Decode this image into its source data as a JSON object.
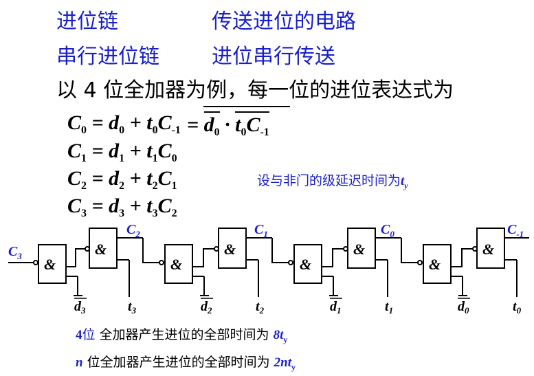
{
  "headings": {
    "row1_term": "进位链",
    "row1_def": "传送进位的电路",
    "row2_term": "串行进位链",
    "row2_def": "进位串行传送"
  },
  "intro": "以 4 位全加器为例，每一位的进位表达式为",
  "equations": {
    "c0_lhs": "C",
    "c0_lhs_sub": "0",
    "c0_rhs": "= d",
    "c0_d_sub": "0",
    "c0_plus": "+ t",
    "c0_t_sub": "0",
    "c0_c": "C",
    "c0_c_sub": "-1",
    "c0_eq2": "=",
    "c0_nand_d": "d",
    "c0_nand_d_sub": "0",
    "c0_dot": "·",
    "c0_nand_t": "t",
    "c0_nand_t_sub": "0",
    "c0_nand_c": "C",
    "c0_nand_c_sub": "-1",
    "c1": "C",
    "c1_sub": "1",
    "c1_d": "= d",
    "c1_d_sub": "1",
    "c1_t": "+ t",
    "c1_t_sub": "1",
    "c1_c": "C",
    "c1_c_sub": "0",
    "c2": "C",
    "c2_sub": "2",
    "c2_d": "= d",
    "c2_d_sub": "2",
    "c2_t": "+ t",
    "c2_t_sub": "2",
    "c2_c": "C",
    "c2_c_sub": "1",
    "c3": "C",
    "c3_sub": "3",
    "c3_d": "= d",
    "c3_d_sub": "3",
    "c3_t": "+ t",
    "c3_t_sub": "3",
    "c3_c": "C",
    "c3_c_sub": "2"
  },
  "delay_note": {
    "text": "设与非门的级延迟时间为",
    "var": "t",
    "var_sub": "y"
  },
  "circuit": {
    "gate_symbol": "&",
    "carry_labels": {
      "c3": "C",
      "c3_sub": "3",
      "c2": "C",
      "c2_sub": "2",
      "c1": "C",
      "c1_sub": "1",
      "c0": "C",
      "c0_sub": "0",
      "cm1": "C",
      "cm1_sub": "-1"
    },
    "input_labels": {
      "d3": "d",
      "d3_sub": "3",
      "t3": "t",
      "t3_sub": "3",
      "d2": "d",
      "d2_sub": "2",
      "t2": "t",
      "t2_sub": "2",
      "d1": "d",
      "d1_sub": "1",
      "t1": "t",
      "t1_sub": "1",
      "d0": "d",
      "d0_sub": "0",
      "t0": "t",
      "t0_sub": "0"
    },
    "colors": {
      "carry_label": "#1a20c8",
      "line": "#000000"
    }
  },
  "footer": {
    "line1_num": "4",
    "line1_word": "位",
    "line1_text": " 全加器产生进位的全部时间为 ",
    "line1_val": "8t",
    "line1_sub": "y",
    "line2_var": "n",
    "line2_text": " 位全加器产生进位的全部时间为 ",
    "line2_val": "2nt",
    "line2_sub": "y"
  }
}
